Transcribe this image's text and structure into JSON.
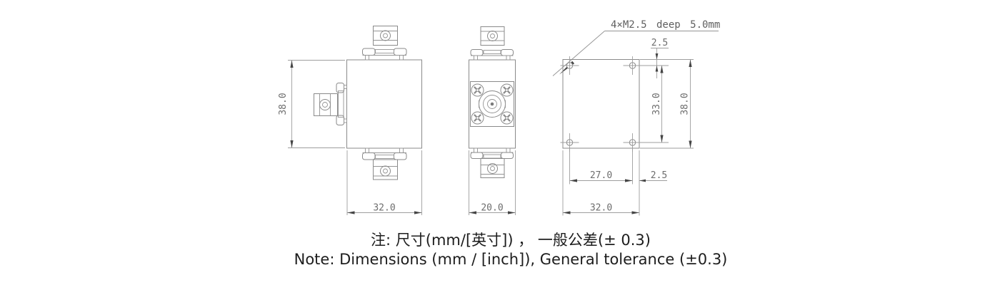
{
  "drawing": {
    "thread_callout": "4×M2.5 deep 5.0mm",
    "front_view": {
      "width": "32.0",
      "height": "38.0"
    },
    "side_view": {
      "width": "20.0"
    },
    "bottom_view": {
      "width": "32.0",
      "height": "38.0",
      "hole_pitch_horizontal": "27.0",
      "hole_pitch_vertical": "33.0",
      "hole_offset_top": "2.5",
      "hole_offset_right": "2.5"
    },
    "notes": {
      "zh": "注: 尺寸(mm/[英寸]) ， 一般公差(± 0.3)",
      "en": "Note: Dimensions (mm / [inch]), General tolerance (±0.3)"
    },
    "colors": {
      "line": "#8a8a8a",
      "dimension_text": "#6d6d6d",
      "note_text": "#1d1d1d",
      "background": "#ffffff"
    }
  }
}
